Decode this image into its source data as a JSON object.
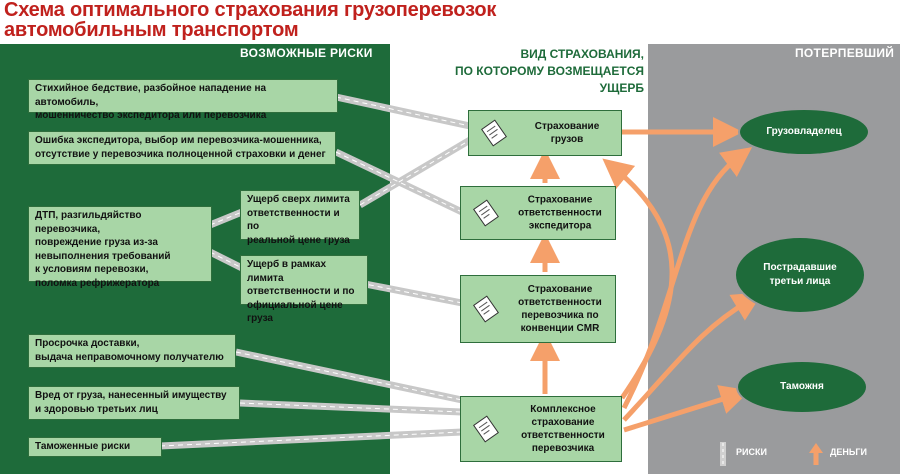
{
  "title_line1": "Схема оптимального страхования грузоперевозок",
  "title_line2": "автомобильным транспортом",
  "headers": {
    "risks": "ВОЗМОЖНЫЕ РИСКИ",
    "insurance_line1": "ВИД СТРАХОВАНИЯ,",
    "insurance_line2": "ПО КОТОРОМУ ВОЗМЕЩАЕТСЯ",
    "insurance_line3": "УЩЕРБ",
    "victim": "ПОТЕРПЕВШИЙ"
  },
  "risks": [
    {
      "line1": "Стихийное бедствие, разбойное нападение на автомобиль,",
      "line2": "мошенничество экспедитора или перевозчика"
    },
    {
      "line1": "Ошибка экспедитора, выбор им перевозчика-мошенника,",
      "line2": "отсутствие у перевозчика полноценной страховки и денег"
    },
    {
      "line1": "ДТП, разгильдяйство перевозчика,",
      "line2": "повреждение груза из-за",
      "line3": "невыполнения требований",
      "line4": "к условиям перевозки,",
      "line5": "поломка рефрижератора"
    },
    {
      "line1": "Просрочка доставки,",
      "line2": "выдача неправомочному получателю"
    },
    {
      "line1": "Вред от груза, нанесенный имуществу",
      "line2": "и здоровью третьих лиц"
    },
    {
      "line1": "Таможенные риски"
    }
  ],
  "damage": [
    {
      "line1": "Ущерб сверх лимита",
      "line2": "ответственности и по",
      "line3": "реальной цене груза"
    },
    {
      "line1": "Ущерб в рамках лимита",
      "line2": "ответственности и по",
      "line3": "официальной цене груза"
    }
  ],
  "insurance": [
    {
      "line1": "Страхование",
      "line2": "грузов"
    },
    {
      "line1": "Страхование",
      "line2": "ответственности",
      "line3": "экспедитора"
    },
    {
      "line1": "Страхование",
      "line2": "ответственности",
      "line3": "перевозчика по",
      "line4": "конвенции CMR"
    },
    {
      "line1": "Комплексное",
      "line2": "страхование",
      "line3": "ответственности",
      "line4": "перевозчика"
    }
  ],
  "victims": [
    {
      "line1": "Грузовладелец"
    },
    {
      "line1": "Пострадавшие",
      "line2": "третьи лица"
    },
    {
      "line1": "Таможня"
    }
  ],
  "legend": {
    "risks": "РИСКИ",
    "money": "ДЕНЬГИ"
  },
  "colors": {
    "green": "#1e6b3a",
    "light_green": "#a8d6a6",
    "gray": "#9a9b9d",
    "orange": "#f5a06a",
    "title_red": "#c0211d"
  }
}
